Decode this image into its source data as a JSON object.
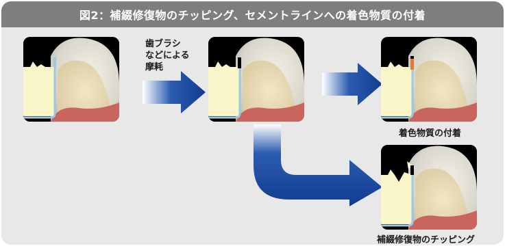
{
  "title": "図2：補綴修復物のチッピング、セメントラインへの着色物質の付着",
  "process_note": {
    "line1": "歯ブラシ",
    "line2": "などによる",
    "line3": "摩耗"
  },
  "captions": {
    "staining": "着色物質の付着",
    "chipping": "補綴修復物のチッピング"
  },
  "colors": {
    "frame_bg": "#e8e8e8",
    "title_bg": "#7e7e7e",
    "arrow_blue": "#1a4aa0",
    "stain": "#e07a3a",
    "restoration": "#fbf6c9",
    "cement_line": "#9cc8e0"
  }
}
